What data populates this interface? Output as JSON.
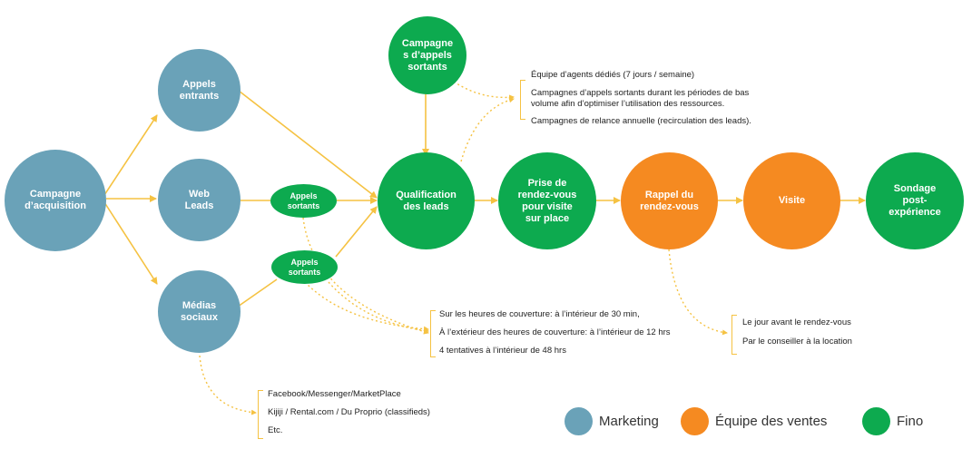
{
  "colors": {
    "marketing": "#6aa2b8",
    "sales": "#f58a21",
    "fino": "#0daa4f",
    "connector": "#f5c242"
  },
  "nodes": {
    "campaign": "Campagne\nd’acquisition",
    "inbound_calls": "Appels\nentrants",
    "web_leads": "Web\nLeads",
    "social_media": "Médias\nsociaux",
    "outbound_campaigns": "Campagne\ns d’appels\nsortants",
    "lead_qualification": "Qualification\ndes leads",
    "appointment_booking": "Prise de\nrendez-vous\npour visite\nsur place",
    "appointment_reminder": "Rappel du\nrendez-vous",
    "visit": "Visite",
    "survey": "Sondage\npost-\nexpérience",
    "outbound_calls_1": "Appels\nsortants",
    "outbound_calls_2": "Appels\nsortants"
  },
  "notes": {
    "outbound": [
      "Équipe d’agents dédiés (7 jours / semaine)",
      "Campagnes d’appels sortants durant les périodes de bas\nvolume afin d’optimiser l’utilisation des ressources.",
      "Campagnes de relance annuelle (recirculation des leads)."
    ],
    "coverage": [
      "Sur les heures de couverture: à l’intérieur de 30 min,",
      "À l’extérieur des heures de couverture: à l’intérieur de 12 hrs",
      "4 tentatives à l’intérieur de 48 hrs"
    ],
    "reminder": [
      "Le jour avant le rendez-vous",
      "Par le conseiller à la location"
    ],
    "social": [
      "Facebook/Messenger/MarketPlace",
      "Kijiji / Rental.com / Du Proprio  (classifieds)",
      "Etc."
    ]
  },
  "legend": [
    {
      "label": "Marketing",
      "color": "#6aa2b8"
    },
    {
      "label": "Équipe des ventes",
      "color": "#f58a21"
    },
    {
      "label": "Fino",
      "color": "#0daa4f"
    }
  ]
}
